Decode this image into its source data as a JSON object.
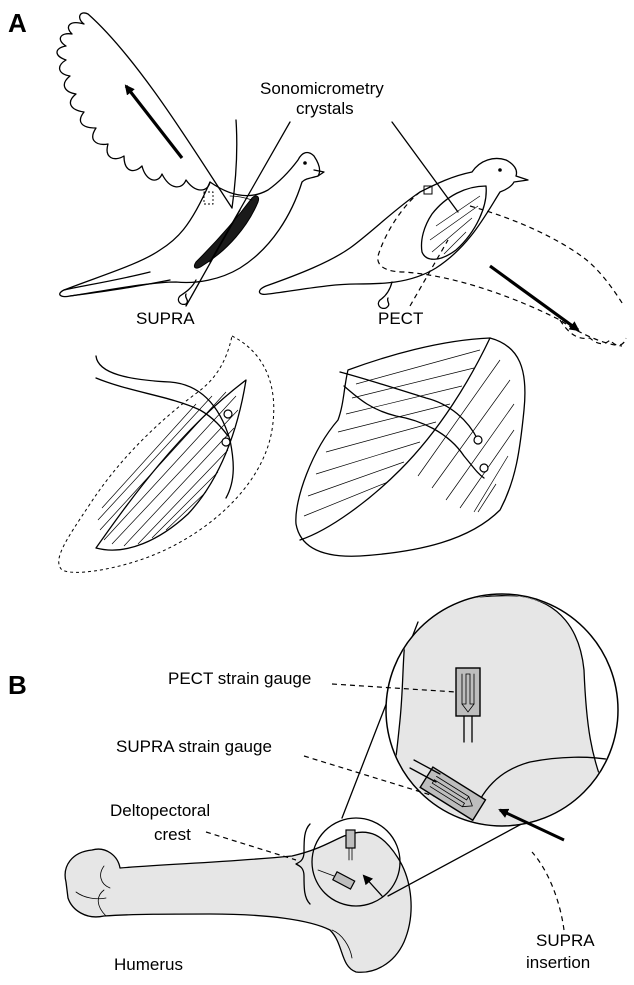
{
  "panels": {
    "a": "A",
    "b": "B"
  },
  "labels": {
    "sonomicrometry_line1": "Sonomicrometry",
    "sonomicrometry_line2": "crystals",
    "supra": "SUPRA",
    "pect": "PECT",
    "pect_strain_gauge": "PECT strain gauge",
    "supra_strain_gauge": "SUPRA strain gauge",
    "deltopectoral_line1": "Deltopectoral",
    "deltopectoral_line2": "crest",
    "humerus": "Humerus",
    "supra_insertion_line1": "SUPRA",
    "supra_insertion_line2": "insertion"
  },
  "colors": {
    "ink": "#000000",
    "bone_fill": "#e6e6e6",
    "muscle_dark": "#1a1a1a"
  },
  "icons": {
    "upstroke_arrow": "arrow-up-left-icon",
    "downstroke_arrow": "arrow-down-right-icon"
  }
}
